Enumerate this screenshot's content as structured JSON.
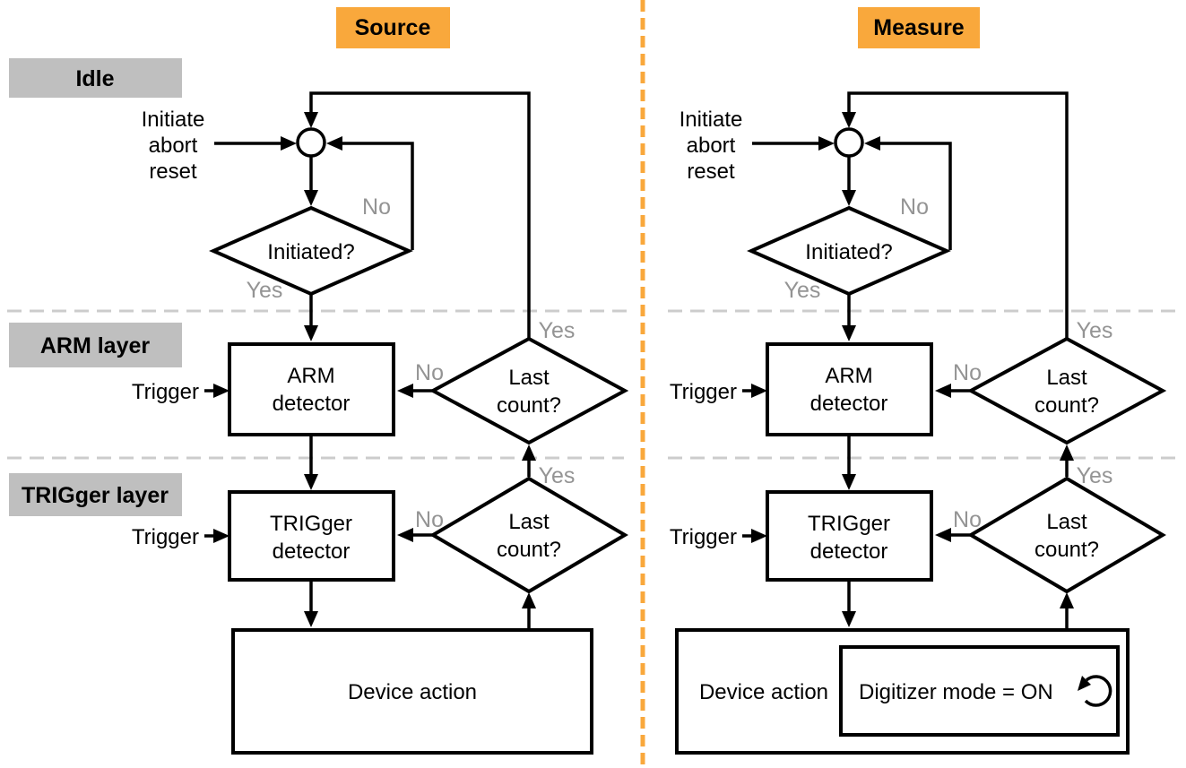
{
  "figure": {
    "layers": [
      {
        "label": "Idle"
      },
      {
        "label": "ARM layer"
      },
      {
        "label": "TRIGger layer"
      }
    ],
    "columns": [
      {
        "header": "Source",
        "initiate_lines": [
          "Initiate",
          "abort",
          "reset"
        ],
        "initiated": {
          "question": "Initiated?",
          "no": "No",
          "yes": "Yes"
        },
        "arm": {
          "trigger": "Trigger",
          "detector_lines": [
            "ARM",
            "detector"
          ],
          "last_count": {
            "lines": [
              "Last",
              "count?"
            ],
            "no": "No",
            "yes": "Yes"
          }
        },
        "trig": {
          "trigger": "Trigger",
          "detector_lines": [
            "TRIGger",
            "detector"
          ],
          "last_count": {
            "lines": [
              "Last",
              "count?"
            ],
            "no": "No",
            "yes": "Yes"
          }
        },
        "device_action": "Device action"
      },
      {
        "header": "Measure",
        "initiate_lines": [
          "Initiate",
          "abort",
          "reset"
        ],
        "initiated": {
          "question": "Initiated?",
          "no": "No",
          "yes": "Yes"
        },
        "arm": {
          "trigger": "Trigger",
          "detector_lines": [
            "ARM",
            "detector"
          ],
          "last_count": {
            "lines": [
              "Last",
              "count?"
            ],
            "no": "No",
            "yes": "Yes"
          }
        },
        "trig": {
          "trigger": "Trigger",
          "detector_lines": [
            "TRIGger",
            "detector"
          ],
          "last_count": {
            "lines": [
              "Last",
              "count?"
            ],
            "no": "No",
            "yes": "Yes"
          }
        },
        "device_action": "Device action",
        "digitizer_mode": "Digitizer mode = ON"
      }
    ]
  },
  "colors": {
    "accent_orange": "#F9A83C",
    "layer_label_gray": "#BFBFBF",
    "muted_label_gray": "#949494",
    "divider_gray": "#CCCCCC",
    "line_black": "#000000",
    "background": "#FFFFFF"
  }
}
